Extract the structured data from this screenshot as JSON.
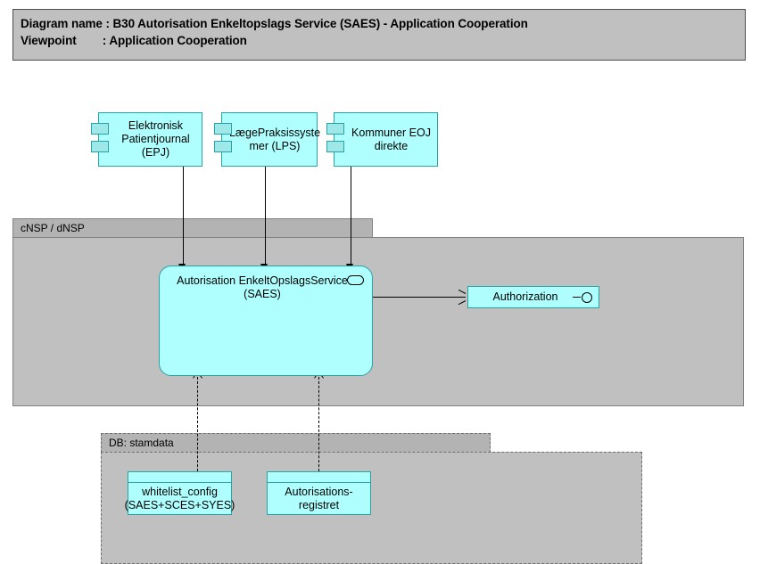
{
  "header": {
    "line1": "Diagram name : B30 Autorisation Enkeltopslags Service (SAES) - Application Cooperation",
    "line2": "Viewpoint        : Application Cooperation"
  },
  "groups": [
    {
      "id": "cnsp",
      "label": "cNSP / dNSP"
    },
    {
      "id": "db",
      "label": "DB: stamdata"
    }
  ],
  "components": [
    {
      "id": "epj",
      "label": "Elektronisk\nPatientjournal\n(EPJ)"
    },
    {
      "id": "lps",
      "label": "LægePraksissyste\nmer (LPS)"
    },
    {
      "id": "kommuner",
      "label": "Kommuner EOJ\ndirekte"
    }
  ],
  "service": {
    "label": "Autorisation EnkeltOpslagsService\n(SAES)",
    "icon": "application-service-icon"
  },
  "interface": {
    "label": "Authorization",
    "icon": "provided-interface-lollipop-icon"
  },
  "data_objects": [
    {
      "id": "whitelist",
      "label": "whitelist_config\n(SAES+SCES+SYES)"
    },
    {
      "id": "autreg",
      "label": "Autorisations-\nregistret"
    }
  ],
  "colors": {
    "node_fill": "#b0ffff",
    "node_border": "#2aa3a3",
    "group_fill": "#c0c0c0",
    "group_tab_fill": "#b3b3b3",
    "group_border": "#808080",
    "title_fill": "#c0c0c0",
    "title_border": "#4d4d4d",
    "connector": "#000000",
    "canvas": "#ffffff"
  }
}
